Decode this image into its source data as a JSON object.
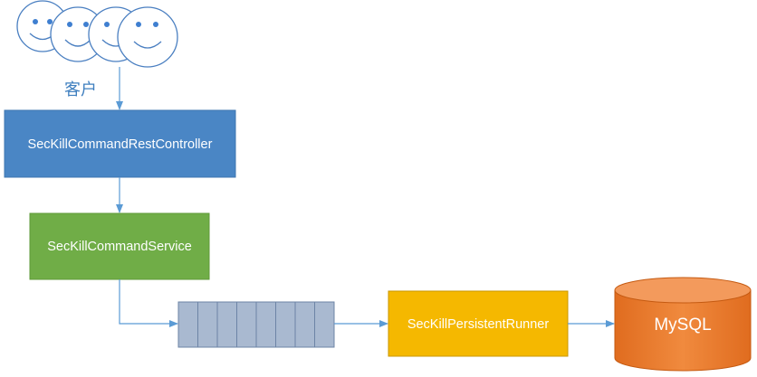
{
  "client": {
    "label": "客户"
  },
  "nodes": {
    "controller": "SecKillCommandRestController",
    "service": "SecKillCommandService",
    "runner": "SecKillPersistentRunner",
    "database": "MySQL"
  },
  "queue": {
    "cells": 8
  },
  "colors": {
    "controller": "#4a86c5",
    "service": "#70ad47",
    "runner": "#f5b800",
    "database": "#ed7d31",
    "queue": "#a9b9d0",
    "arrow": "#5b9bd5",
    "face_outline": "#4a7fc1",
    "face_eye": "#3f7fd0"
  },
  "icons": {
    "client": "smiley-face-icon",
    "database": "database-cylinder-icon",
    "queue": "message-queue-icon"
  }
}
